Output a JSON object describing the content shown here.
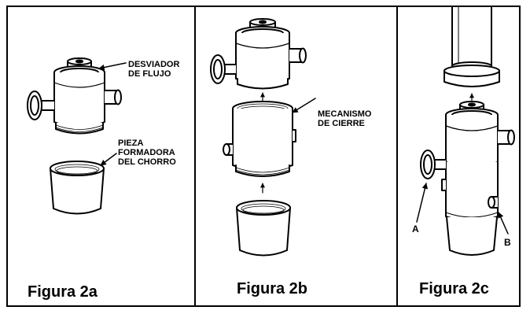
{
  "panels": [
    {
      "caption": "Figura 2a",
      "callouts": [
        {
          "line1": "DESVIADOR",
          "line2": "DE FLUJO"
        },
        {
          "line1": "PIEZA",
          "line2": "FORMADORA",
          "line3": "DEL CHORRO"
        }
      ]
    },
    {
      "caption": "Figura 2b",
      "callouts": [
        {
          "line1": "MECANISMO",
          "line2": "DE CIERRE"
        }
      ]
    },
    {
      "caption": "Figura 2c",
      "callouts": [
        {
          "line1": "A"
        },
        {
          "line1": "B"
        }
      ]
    }
  ]
}
